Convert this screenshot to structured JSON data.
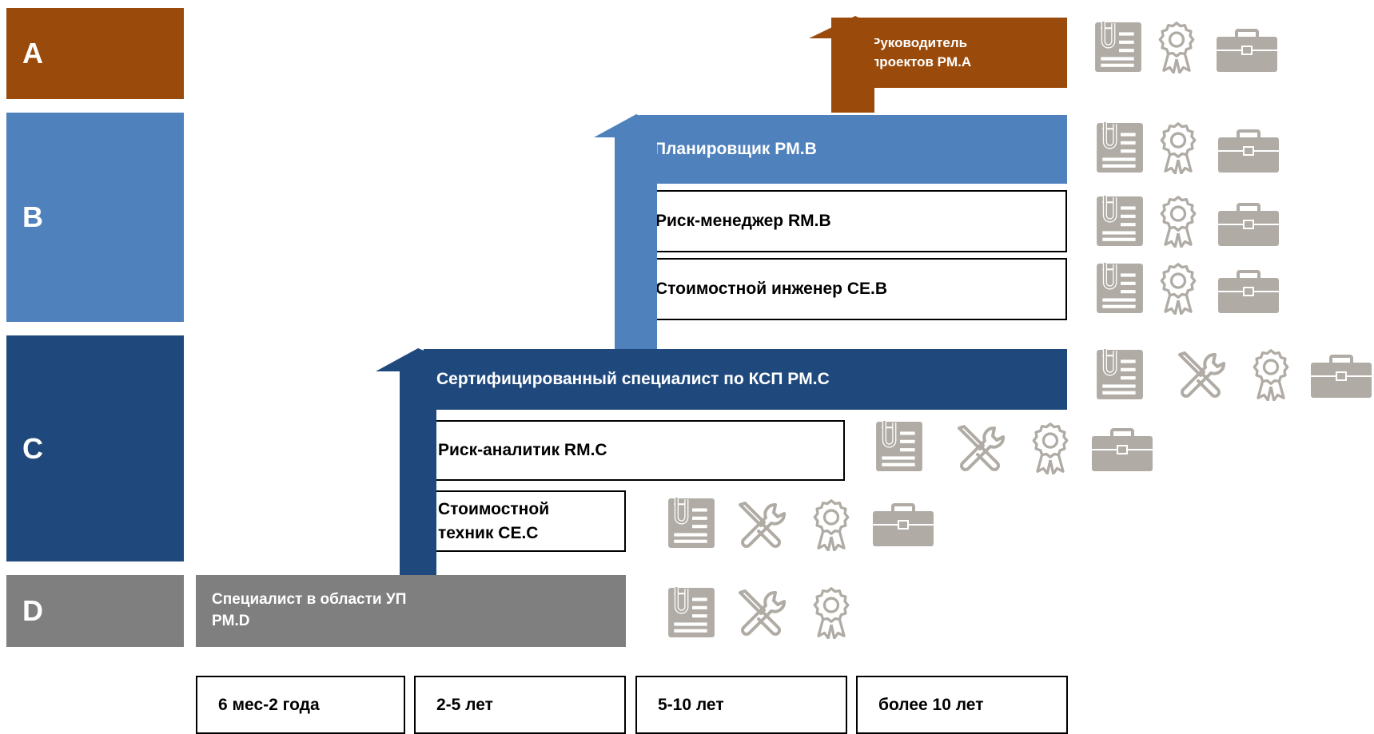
{
  "colors": {
    "level_a": "#9a4b0c",
    "level_b": "#4f81bd",
    "level_c": "#1f497d",
    "level_d": "#7f7f7f",
    "icon_gray": "#b0aca5"
  },
  "levels": [
    {
      "id": "a",
      "label": "A"
    },
    {
      "id": "b",
      "label": "B"
    },
    {
      "id": "c",
      "label": "C"
    },
    {
      "id": "d",
      "label": "D"
    }
  ],
  "roles": {
    "pm_a": {
      "line1": "Руководитель",
      "line2": "проектов PM.A"
    },
    "pm_b": "Планировщик PM.B",
    "rm_b": "Риск-менеджер RM.B",
    "ce_b": "Стоимостной инженер CE.B",
    "pm_c": "Сертифицированный специалист по КСП PM.C",
    "rm_c": "Риск-аналитик RM.C",
    "ce_c": {
      "line1": "Стоимостной",
      "line2": "техник CE.C"
    },
    "pm_d": {
      "line1": "Специалист в области УП",
      "line2": "PM.D"
    }
  },
  "periods": [
    "6 мес-2 года",
    "2-5 лет",
    "5-10 лет",
    "более 10 лет"
  ],
  "icon_names": [
    "document-icon",
    "tools-icon",
    "certificate-icon",
    "briefcase-icon"
  ]
}
